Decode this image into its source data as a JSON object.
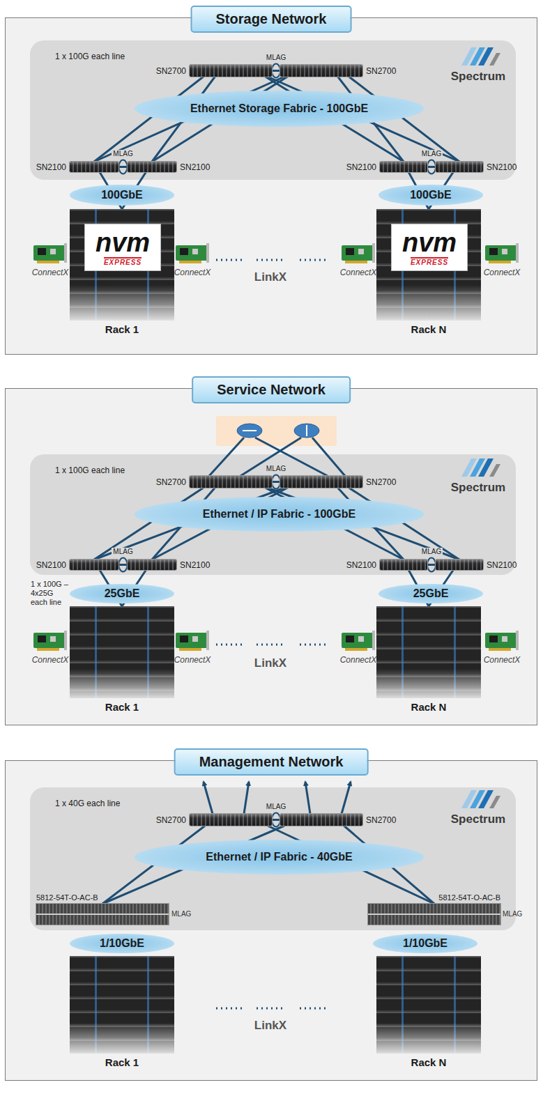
{
  "diagram": {
    "nodes": [
      {
        "text": [
          "Storage Network"
        ]
      },
      {
        "text": [
          "1 x 100G each line"
        ],
        "in": 0
      },
      {
        "text": [
          "SN2700"
        ],
        "in": 1
      },
      {
        "text": [
          "SN2700"
        ],
        "in": 1
      },
      {
        "text": [
          "Ethernet Storage Fabric - 100GbE"
        ],
        "in": 1
      },
      {
        "text": [
          "SN2100"
        ],
        "in": 1
      },
      {
        "text": [
          "SN2100"
        ],
        "in": 1
      },
      {
        "text": [
          "SN2100"
        ],
        "in": 1
      },
      {
        "text": [
          "SN2100"
        ],
        "in": 1
      },
      {
        "text": [
          "100GbE"
        ],
        "in": 0
      },
      {
        "text": [
          "100GbE"
        ],
        "in": 0
      },
      {
        "text": [
          "Rack 1"
        ],
        "in": 0
      },
      {
        "text": [
          "nvm",
          "EXPRESS"
        ],
        "in": 11
      },
      {
        "text": [
          "Rack N"
        ],
        "in": 0
      },
      {
        "text": [
          "nvm",
          "EXPRESS"
        ],
        "in": 13
      },
      {
        "text": [
          "Service Network"
        ]
      },
      {
        "text": [
          "1 x 100G each line"
        ],
        "in": 15
      },
      {
        "text": [
          "SN2700"
        ],
        "in": 16
      },
      {
        "text": [
          "SN2700"
        ],
        "in": 16
      },
      {
        "text": [
          "Ethernet / IP Fabric - 100GbE"
        ],
        "in": 16
      },
      {
        "text": [
          "SN2100"
        ],
        "in": 16
      },
      {
        "text": [
          "SN2100"
        ],
        "in": 16
      },
      {
        "text": [
          "SN2100"
        ],
        "in": 16
      },
      {
        "text": [
          "SN2100"
        ],
        "in": 16
      },
      {
        "text": [
          "25GbE"
        ],
        "in": 15
      },
      {
        "text": [
          "25GbE"
        ],
        "in": 15
      },
      {
        "text": [
          "Rack 1"
        ],
        "in": 15
      },
      {
        "text": [
          "Rack N"
        ],
        "in": 15
      },
      {
        "text": [
          "Management Network"
        ]
      },
      {
        "text": [
          "1 x 40G each line"
        ],
        "in": 28
      },
      {
        "text": [
          "SN2700"
        ],
        "in": 29
      },
      {
        "text": [
          "SN2700"
        ],
        "in": 29
      },
      {
        "text": [
          "Ethernet / IP Fabric - 40GbE"
        ],
        "in": 29
      },
      {
        "text": [
          "5812-54T-O-AC-B"
        ],
        "in": 29
      },
      {
        "text": [
          "5812-54T-O-AC-B"
        ],
        "in": 29
      },
      {
        "text": [
          "1/10GbE"
        ],
        "in": 28
      },
      {
        "text": [
          "1/10GbE"
        ],
        "in": 28
      },
      {
        "text": [
          "Rack 1"
        ],
        "in": 28
      },
      {
        "text": [
          "Rack N"
        ],
        "in": 28
      }
    ],
    "edges": [
      {
        "from": 2,
        "to": 3,
        "label": "MLAG",
        "arrow": "none"
      },
      {
        "from": 2,
        "to": 5,
        "arrow": "none"
      },
      {
        "from": 2,
        "to": 6,
        "arrow": "none"
      },
      {
        "from": 2,
        "to": 7,
        "arrow": "none"
      },
      {
        "from": 2,
        "to": 8,
        "arrow": "none"
      },
      {
        "from": 3,
        "to": 5,
        "arrow": "none"
      },
      {
        "from": 3,
        "to": 6,
        "arrow": "none"
      },
      {
        "from": 3,
        "to": 7,
        "arrow": "none"
      },
      {
        "from": 3,
        "to": 8,
        "arrow": "none"
      },
      {
        "from": 5,
        "to": 6,
        "label": "MLAG",
        "arrow": "none"
      },
      {
        "from": 7,
        "to": 8,
        "label": "MLAG",
        "arrow": "none"
      },
      {
        "from": 5,
        "to": 11,
        "arrow": "none"
      },
      {
        "from": 6,
        "to": 11,
        "arrow": "none"
      },
      {
        "from": 7,
        "to": 13,
        "arrow": "none"
      },
      {
        "from": 8,
        "to": 13,
        "arrow": "none"
      },
      {
        "from": 17,
        "to": 18,
        "label": "MLAG",
        "arrow": "none"
      },
      {
        "from": 17,
        "to": 20,
        "arrow": "none"
      },
      {
        "from": 17,
        "to": 21,
        "arrow": "none"
      },
      {
        "from": 17,
        "to": 22,
        "arrow": "none"
      },
      {
        "from": 17,
        "to": 23,
        "arrow": "none"
      },
      {
        "from": 18,
        "to": 20,
        "arrow": "none"
      },
      {
        "from": 18,
        "to": 21,
        "arrow": "none"
      },
      {
        "from": 18,
        "to": 22,
        "arrow": "none"
      },
      {
        "from": 18,
        "to": 23,
        "arrow": "none"
      },
      {
        "from": 20,
        "to": 21,
        "label": "MLAG",
        "arrow": "none"
      },
      {
        "from": 22,
        "to": 23,
        "label": "MLAG",
        "arrow": "none"
      },
      {
        "from": 20,
        "to": 26,
        "arrow": "none"
      },
      {
        "from": 21,
        "to": 26,
        "arrow": "none"
      },
      {
        "from": 22,
        "to": 27,
        "arrow": "none"
      },
      {
        "from": 23,
        "to": 27,
        "arrow": "none"
      },
      {
        "from": 30,
        "to": 31,
        "label": "MLAG",
        "arrow": "none"
      },
      {
        "from": 30,
        "to": 33,
        "arrow": "none"
      },
      {
        "from": 30,
        "to": 34,
        "arrow": "none"
      },
      {
        "from": 31,
        "to": 33,
        "arrow": "none"
      },
      {
        "from": 31,
        "to": 34,
        "arrow": "none"
      }
    ],
    "labels": [
      "Spectrum",
      "ConnectX",
      "ConnectX",
      "LinkX",
      "ConnectX",
      "ConnectX",
      "Spectrum",
      "1 x 100G – 4x25G each line",
      "ConnectX",
      "ConnectX",
      "LinkX",
      "ConnectX",
      "ConnectX",
      "Spectrum",
      "MLAG",
      "MLAG",
      "LinkX"
    ]
  }
}
